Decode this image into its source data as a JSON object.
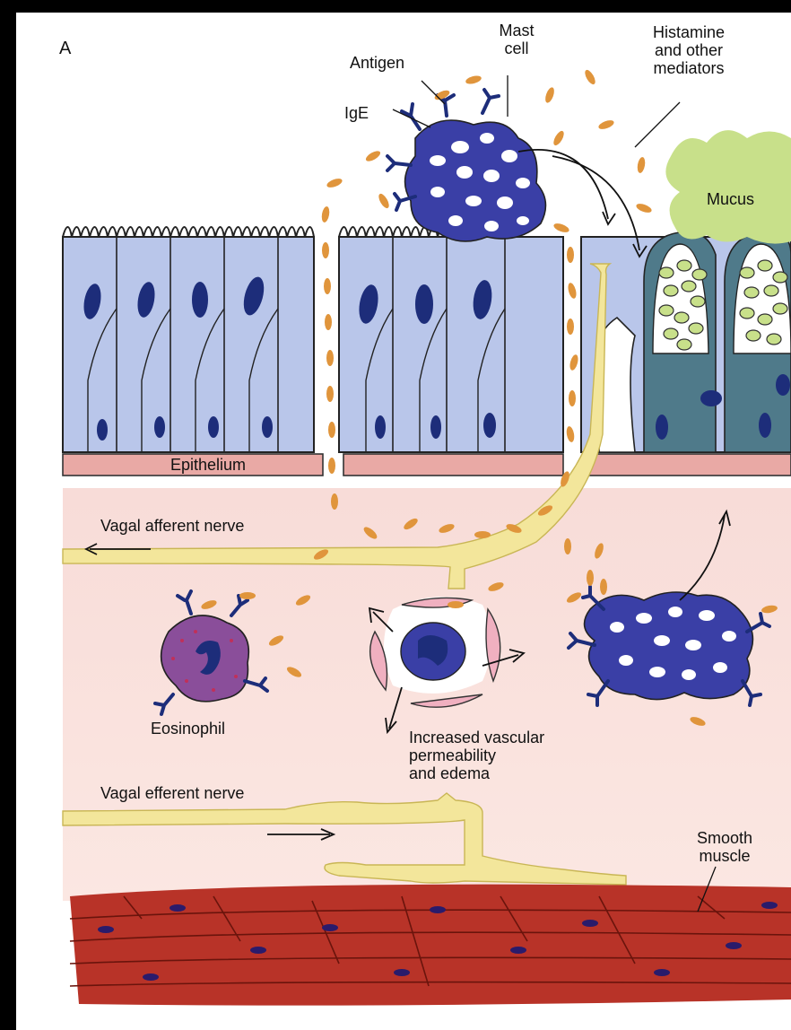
{
  "panel_letter": "A",
  "labels": {
    "mast_cell": [
      "Mast",
      "cell"
    ],
    "antigen": "Antigen",
    "histamine": [
      "Histamine",
      "and other",
      "mediators"
    ],
    "ige": "IgE",
    "mucus": "Mucus",
    "epithelium": "Epithelium",
    "vagal_afferent": "Vagal afferent nerve",
    "eosinophil": "Eosinophil",
    "vascular": [
      "Increased vascular",
      "permeability",
      "and edema"
    ],
    "vagal_efferent": "Vagal efferent nerve",
    "smooth_muscle": [
      "Smooth",
      "muscle"
    ]
  },
  "colors": {
    "epithelium_cell": "#b9c6ea",
    "nucleus": "#1d2d7a",
    "mast_cell": "#3a3fa6",
    "granule": "#e0953c",
    "mucus": "#c8e08a",
    "goblet": "#4f7a8a",
    "nerve": "#f3e69b",
    "basement": "#e9a9a5",
    "tissue": "#fbe6e2",
    "muscle": "#b83328",
    "eosinophil": "#8a4e9a",
    "endothelial": "#f0b0c0"
  }
}
